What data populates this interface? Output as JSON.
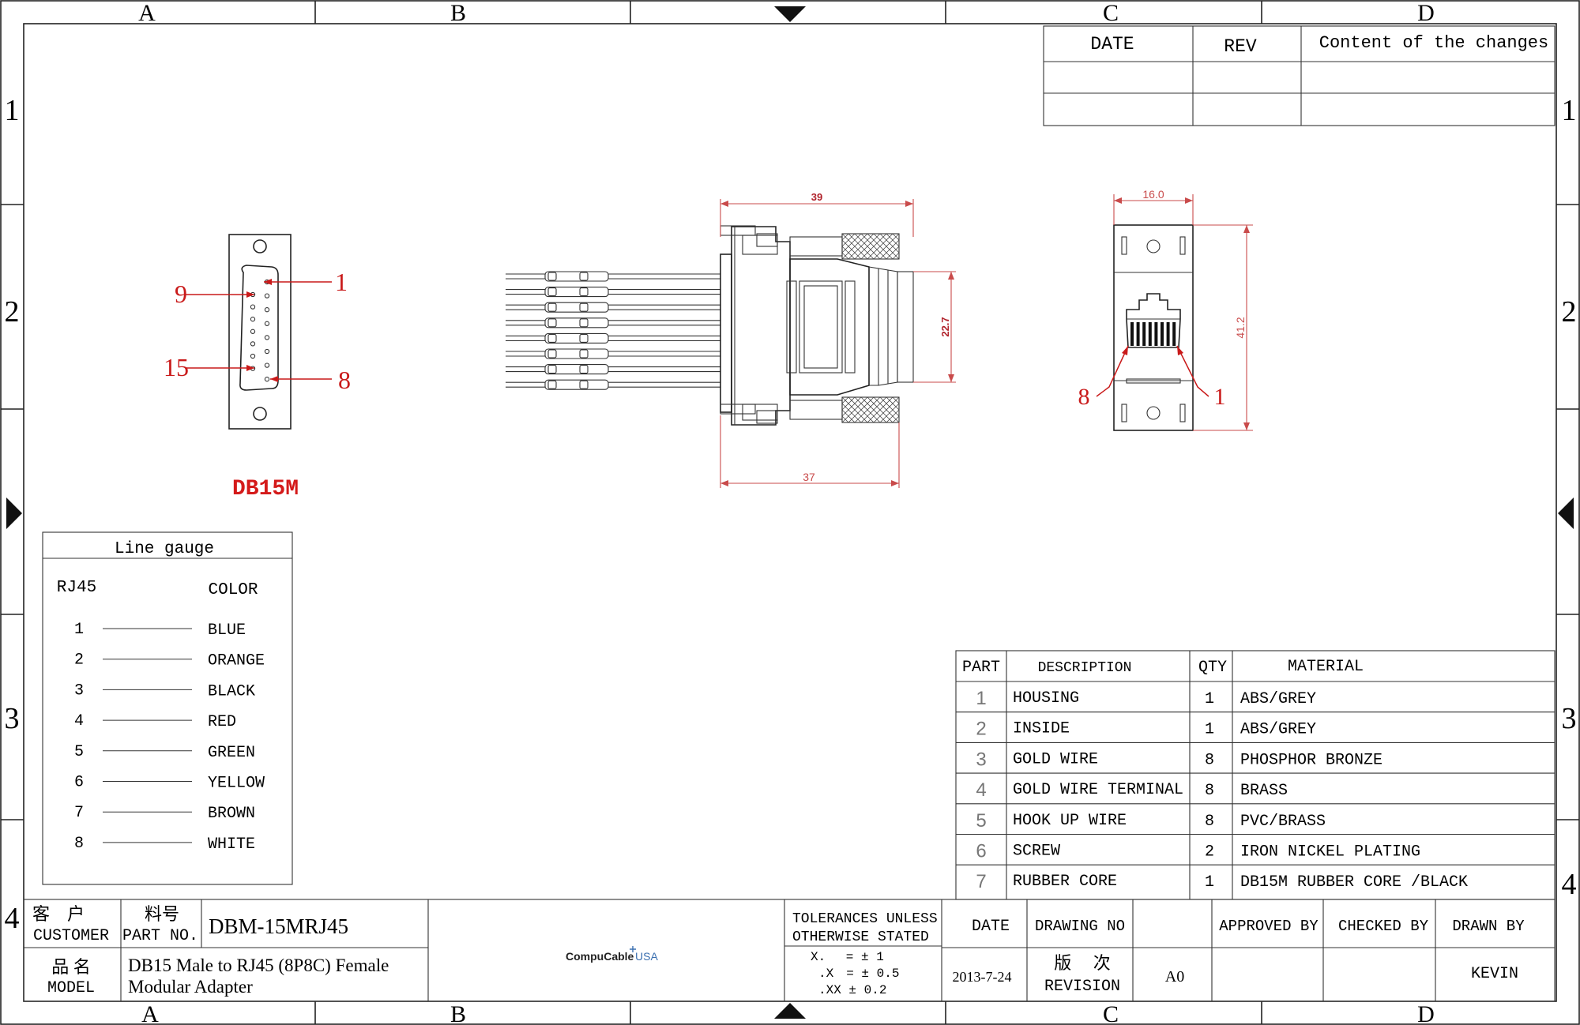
{
  "border": {
    "col_labels": [
      "A",
      "B",
      "C",
      "D"
    ],
    "row_labels": [
      "1",
      "2",
      "3",
      "4"
    ]
  },
  "revision_table": {
    "headers": [
      "DATE",
      "REV",
      "Content of the changes"
    ]
  },
  "db15": {
    "label": "DB15M",
    "pin_labels": [
      "9",
      "1",
      "15",
      "8"
    ]
  },
  "rj45_view": {
    "pin_labels": [
      "8",
      "1"
    ]
  },
  "dimensions": {
    "width_top": "39",
    "width_bottom": "37",
    "height_shell": "22.7",
    "rj45_width": "16.0",
    "rj45_height": "41.2"
  },
  "line_gauge": {
    "title": "Line gauge",
    "col_rj45": "RJ45",
    "col_color": "COLOR",
    "rows": [
      {
        "pin": "1",
        "color": "BLUE"
      },
      {
        "pin": "2",
        "color": "ORANGE"
      },
      {
        "pin": "3",
        "color": "BLACK"
      },
      {
        "pin": "4",
        "color": "RED"
      },
      {
        "pin": "5",
        "color": "GREEN"
      },
      {
        "pin": "6",
        "color": "YELLOW"
      },
      {
        "pin": "7",
        "color": "BROWN"
      },
      {
        "pin": "8",
        "color": "WHITE"
      }
    ]
  },
  "parts_table": {
    "headers": [
      "PART",
      "DESCRIPTION",
      "QTY",
      "MATERIAL"
    ],
    "rows": [
      {
        "part": "1",
        "description": "HOUSING",
        "qty": "1",
        "material": "ABS/GREY"
      },
      {
        "part": "2",
        "description": "INSIDE",
        "qty": "1",
        "material": "ABS/GREY"
      },
      {
        "part": "3",
        "description": "GOLD WIRE",
        "qty": "8",
        "material": "PHOSPHOR BRONZE"
      },
      {
        "part": "4",
        "description": "GOLD WIRE TERMINAL",
        "qty": "8",
        "material": "BRASS"
      },
      {
        "part": "5",
        "description": "HOOK UP WIRE",
        "qty": "8",
        "material": "PVC/BRASS"
      },
      {
        "part": "6",
        "description": "SCREW",
        "qty": "2",
        "material": "IRON NICKEL PLATING"
      },
      {
        "part": "7",
        "description": "RUBBER CORE",
        "qty": "1",
        "material": "DB15M RUBBER CORE /BLACK"
      }
    ]
  },
  "title_block": {
    "customer_cn": "客　户",
    "customer_en": "CUSTOMER",
    "partno_cn": "料号",
    "partno_en": "PART NO.",
    "part_no": "DBM-15MRJ45",
    "model_cn": "品 名",
    "model_en": "MODEL",
    "model_line1": "DB15 Male to RJ45 (8P8C) Female",
    "model_line2": "Modular Adapter",
    "logo_main": "CompuCable",
    "logo_suffix": "USA",
    "tol_line1": "TOLERANCES UNLESS",
    "tol_line2": "OTHERWISE STATED",
    "tol_x": "X.　 = ± 1",
    "tol_x1": ".X　= ± 0.5",
    "tol_x2": ".XX ± 0.2",
    "date_label": "DATE",
    "date_value": "2013-7-24",
    "drawing_no_label": "DRAWING NO",
    "revision_cn": "版　 次",
    "revision_en": "REVISION",
    "revision_value": "A0",
    "approved_label": "APPROVED BY",
    "checked_label": "CHECKED BY",
    "drawn_label": "DRAWN BY",
    "drawn_value": "KEVIN"
  },
  "colors": {
    "line": "#222222",
    "annotation_red": "#c91a1a",
    "dimension_red": "#c94b4b",
    "logo_blue": "#3a6fb0"
  }
}
